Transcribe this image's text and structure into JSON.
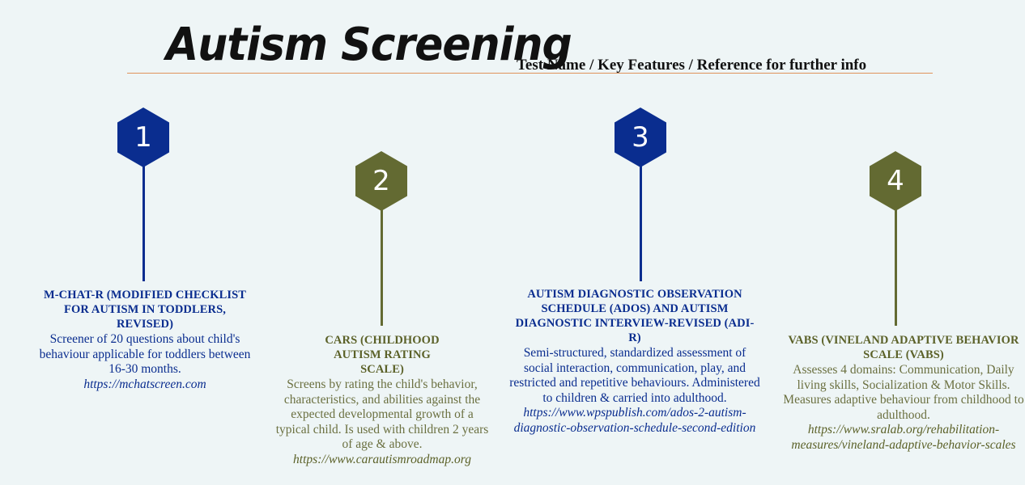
{
  "header": {
    "title": "Autism Screening",
    "subtitle": "Test Name / Key Features / Reference for further info"
  },
  "colors": {
    "blue": "#0a2d8f",
    "olive": "#636a32",
    "rule": "#e0935a",
    "background": "#eef5f6"
  },
  "steps": [
    {
      "number": "1",
      "title": "M-CHAT-R (MODIFIED CHECKLIST FOR AUTISM IN TODDLERS, REVISED)",
      "description": "Screener of 20 questions about child's behaviour applicable for toddlers between 16-30 months.",
      "link": "https://mchatscreen.com"
    },
    {
      "number": "2",
      "title": "CARS (CHILDHOOD AUTISM RATING SCALE)",
      "description": "Screens by rating the child's behavior, characteristics, and abilities against the expected developmental growth of a typical child. Is used with children 2 years of age & above.",
      "link": "https://www.carautismroadmap.org"
    },
    {
      "number": "3",
      "title": "AUTISM DIAGNOSTIC OBSERVATION SCHEDULE (ADOS) AND AUTISM DIAGNOSTIC INTERVIEW-REVISED (ADI-R)",
      "description": "Semi-structured, standardized assessment of social interaction, communication, play, and restricted and repetitive behaviours. Administered to children & carried into adulthood.",
      "link": "https://www.wpspublish.com/ados-2-autism-diagnostic-observation-schedule-second-edition"
    },
    {
      "number": "4",
      "title": "VABS (VINELAND ADAPTIVE BEHAVIOR SCALE (VABS)",
      "description": "Assesses 4 domains: Communication, Daily living skills, Socialization & Motor Skills. Measures adaptive behaviour from childhood to adulthood.",
      "link": "https://www.sralab.org/rehabilitation-measures/vineland-adaptive-behavior-scales"
    }
  ]
}
